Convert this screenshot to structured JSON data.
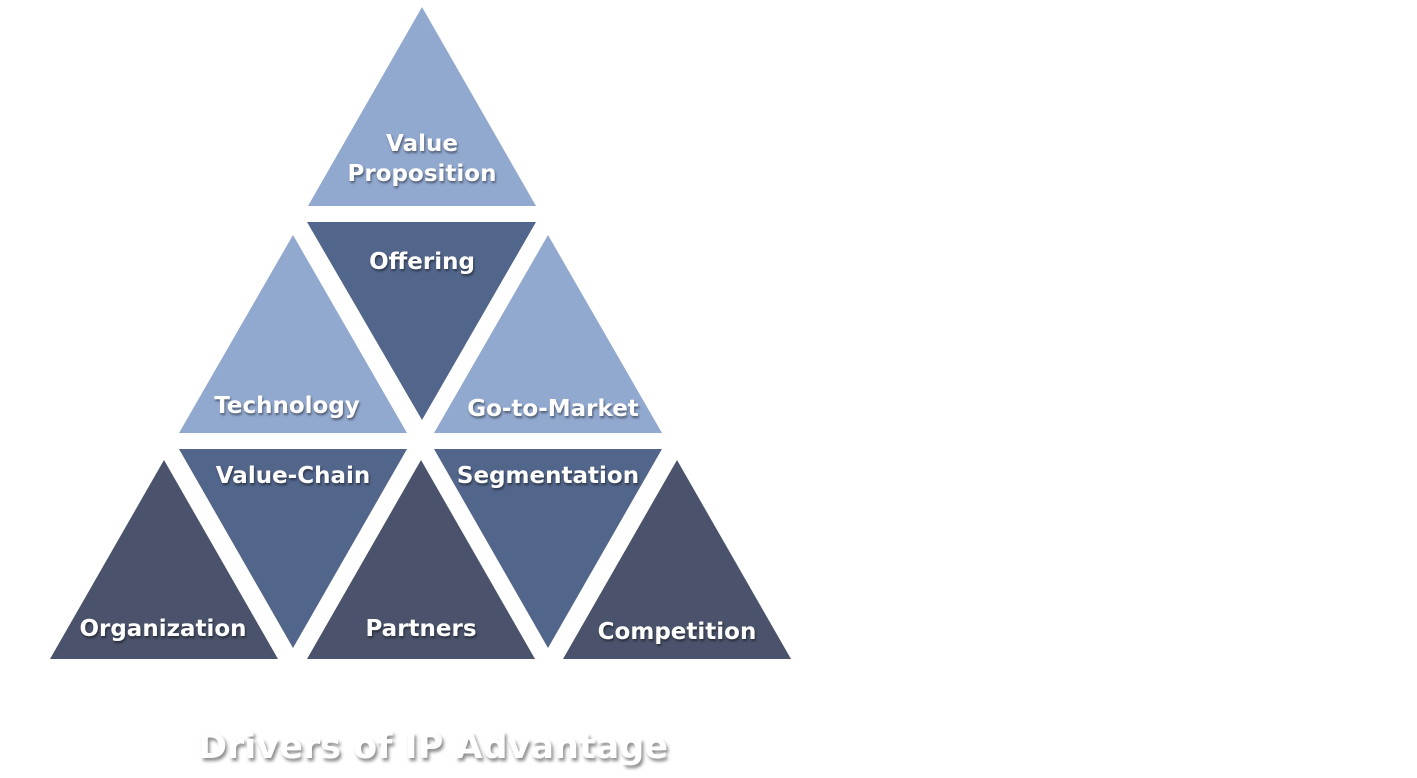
{
  "title": "Drivers of IP Advantage",
  "colors": {
    "light": "#91a8cf",
    "mid": "#52658a",
    "dark": "#4a536b"
  },
  "triangles": [
    {
      "label": "Value Proposition",
      "tone": "light",
      "direction": "up"
    },
    {
      "label": "Offering",
      "tone": "mid",
      "direction": "down"
    },
    {
      "label": "Technology",
      "tone": "light",
      "direction": "up"
    },
    {
      "label": "Go-to-Market",
      "tone": "light",
      "direction": "up"
    },
    {
      "label": "Value-Chain",
      "tone": "mid",
      "direction": "down"
    },
    {
      "label": "Segmentation",
      "tone": "mid",
      "direction": "down"
    },
    {
      "label": "Organization",
      "tone": "dark",
      "direction": "up"
    },
    {
      "label": "Partners",
      "tone": "dark",
      "direction": "up"
    },
    {
      "label": "Competition",
      "tone": "dark",
      "direction": "up"
    }
  ]
}
